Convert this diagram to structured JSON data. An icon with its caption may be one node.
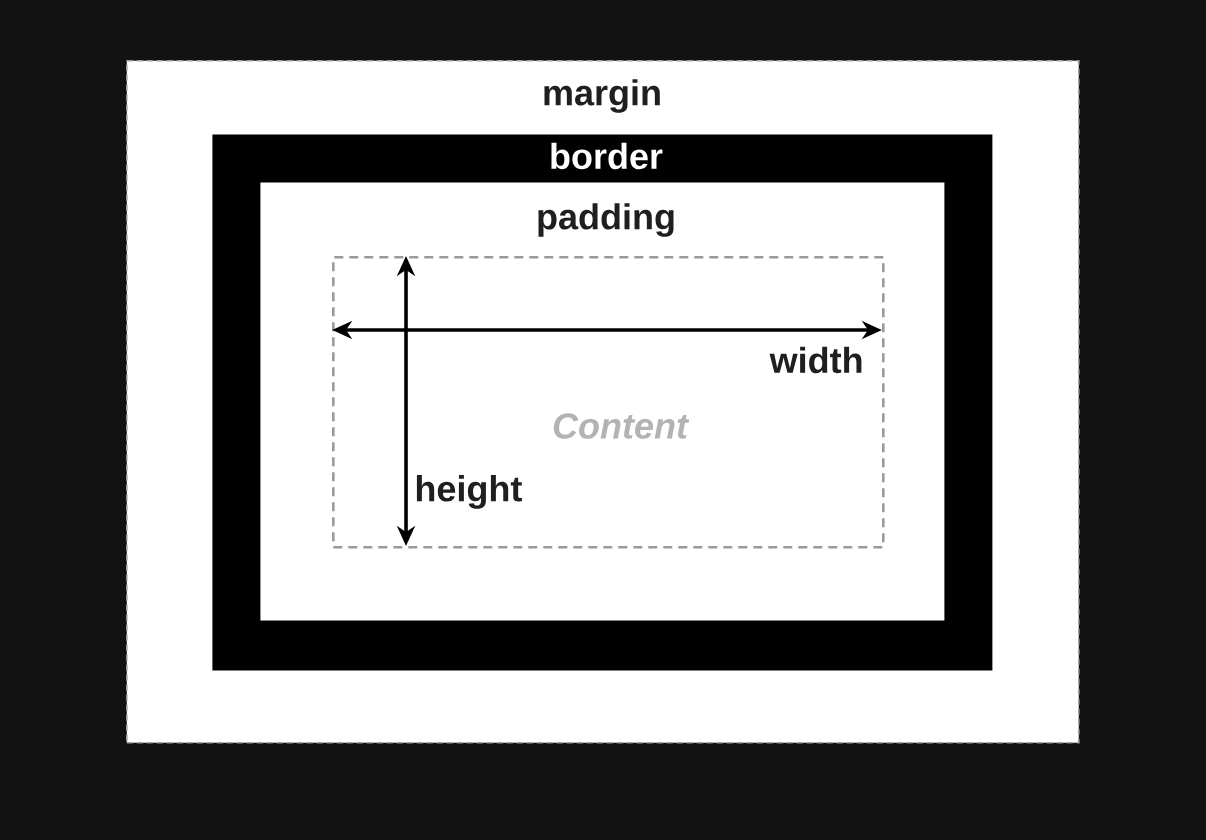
{
  "diagram": {
    "nodes": [
      {
        "text": [
          "margin"
        ]
      },
      {
        "text": [
          "border"
        ],
        "in": 0
      },
      {
        "text": [
          "padding"
        ],
        "in": 1
      },
      {
        "text": [
          "Content"
        ],
        "in": 2
      }
    ],
    "labels": [
      "width",
      "height"
    ]
  }
}
